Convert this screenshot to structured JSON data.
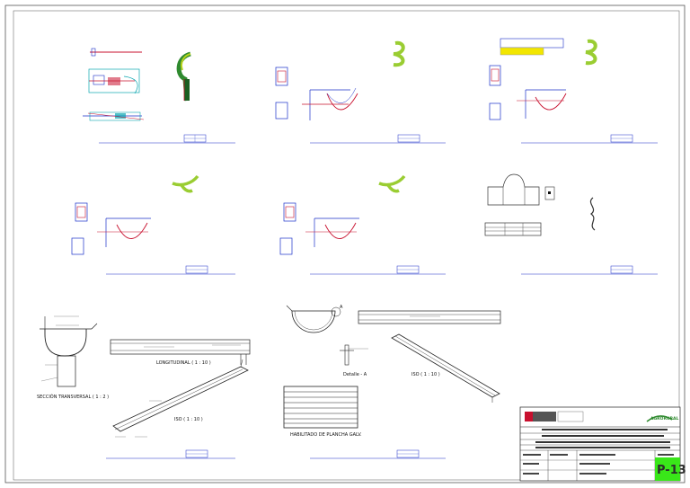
{
  "captions": {
    "seccion_transversal": "SECCIÓN TRANSVERSAL ( 1 : 2 )",
    "longitudinal": "LONGITUDINAL ( 1 : 10 )",
    "iso_left": "ISO ( 1 : 10 )",
    "iso_right": "ISO ( 1 : 10 )",
    "detalle": "Detalle - A",
    "habilitado": "HABILITADO DE PLANCHA GALV.",
    "detail_marker": "A"
  },
  "title_block": {
    "sheet_code": "P-13",
    "logo_text": "AGRORURAL"
  },
  "colors": {
    "frame": "#444444",
    "cyan": "#0aa6b0",
    "blue": "#1a2fc8",
    "red": "#c8102e",
    "green": "#2f8a2f",
    "lime": "#b7d31c",
    "yellow": "#f2e600",
    "sheet_code_bg": "#39e619"
  }
}
